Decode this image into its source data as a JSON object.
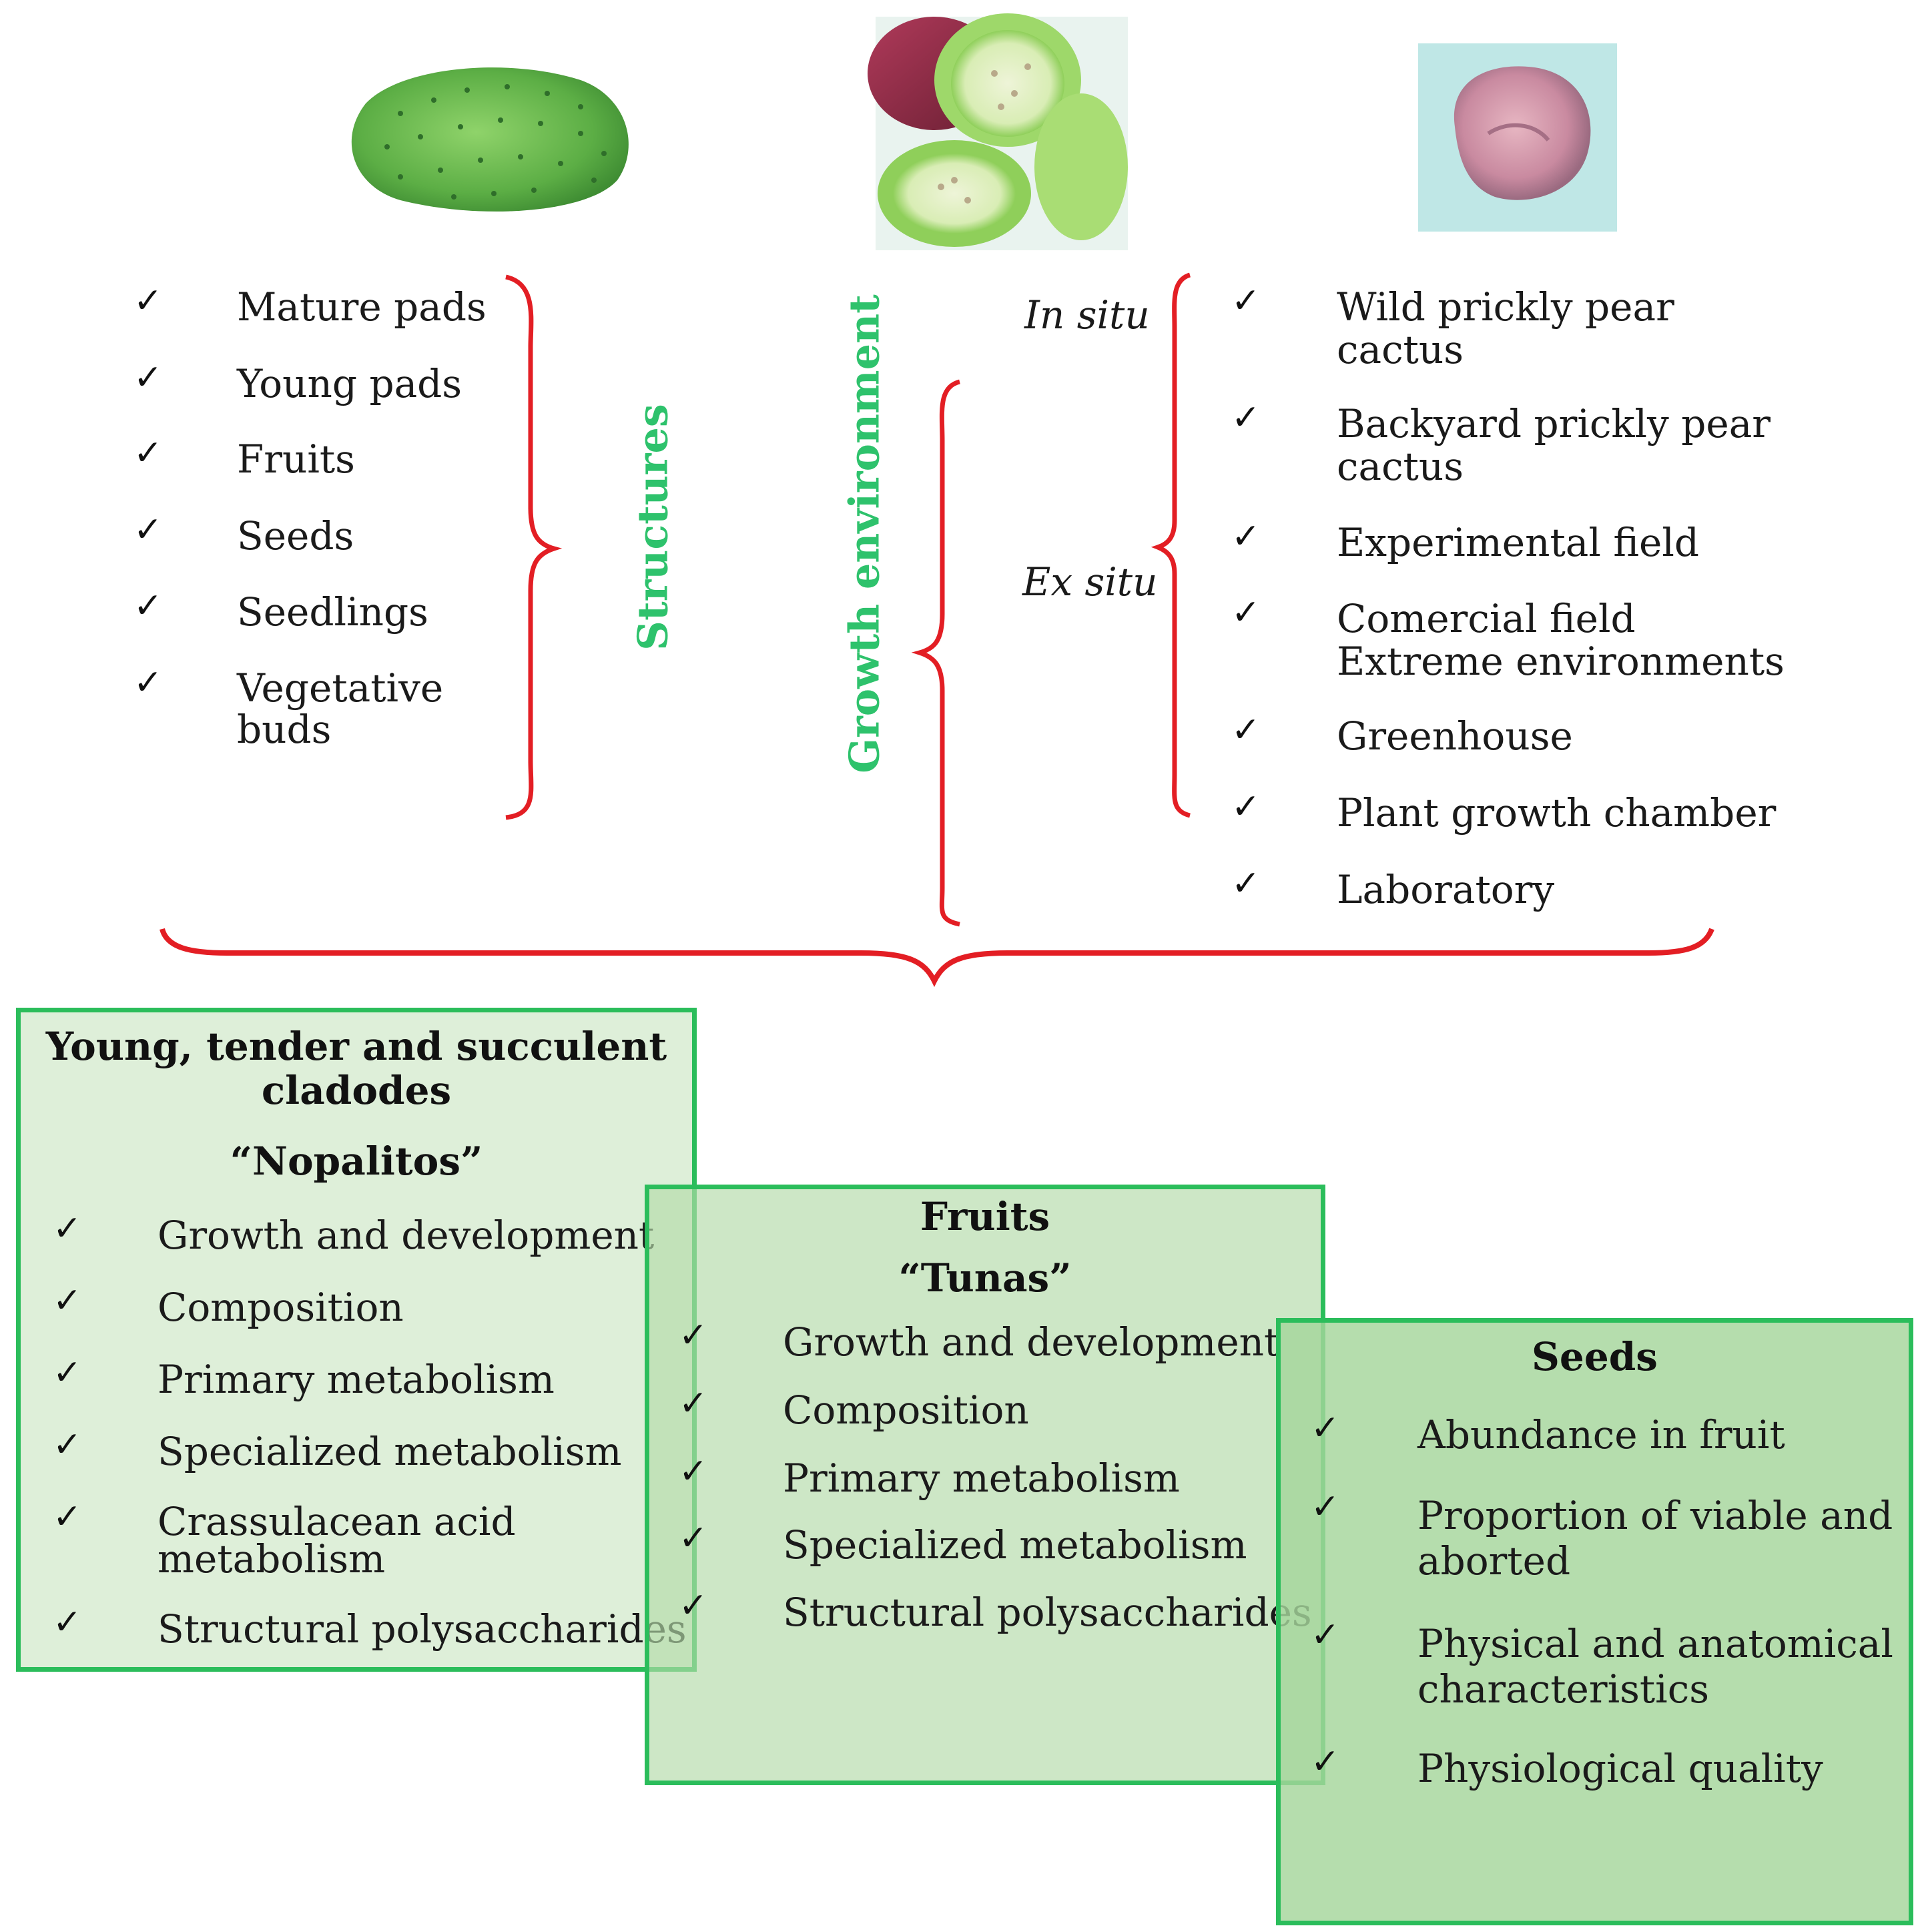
{
  "structures": {
    "label": "Structures",
    "items": [
      "Mature pads",
      "Young pads",
      "Fruits",
      "Seeds",
      "Seedlings",
      "Vegetative\nbuds"
    ]
  },
  "growth_environment": {
    "label": "Growth environment",
    "in_situ_label": "In situ",
    "ex_situ_label": "Ex situ",
    "items": [
      "Wild prickly pear\ncactus",
      "Backyard prickly pear\ncactus",
      "Experimental field",
      "Comercial field\nExtreme environments",
      "Greenhouse",
      "Plant growth chamber",
      "Laboratory"
    ]
  },
  "nopalitos_box": {
    "title": "Young, tender and succulent\ncladodes",
    "subtitle": "“Nopalitos”",
    "items": [
      "Growth and development",
      "Composition",
      "Primary metabolism",
      "Specialized metabolism",
      "Crassulacean acid\nmetabolism",
      "Structural polysaccharides"
    ]
  },
  "fruits_box": {
    "title": "Fruits",
    "subtitle": "“Tunas”",
    "items": [
      "Growth and development",
      "Composition",
      "Primary metabolism",
      "Specialized metabolism",
      "Structural polysaccharides"
    ]
  },
  "seeds_box": {
    "title": "Seeds",
    "items": [
      "Abundance in fruit",
      "Proportion of viable and\naborted",
      "Physical and anatomical\ncharacteristics",
      "Physiological quality"
    ]
  },
  "check_mark": "✓",
  "colors": {
    "brace": "#e31e24",
    "label_green": "#2ec26c",
    "box_border": "#2bbd5b",
    "box1_fill": "#deefd9",
    "box2_fill": "#c9e6c3",
    "box3_fill": "#b3dcab"
  },
  "images": [
    {
      "name": "cactus-pad-image"
    },
    {
      "name": "prickly-pear-fruit-image"
    },
    {
      "name": "cactus-seed-image"
    }
  ]
}
